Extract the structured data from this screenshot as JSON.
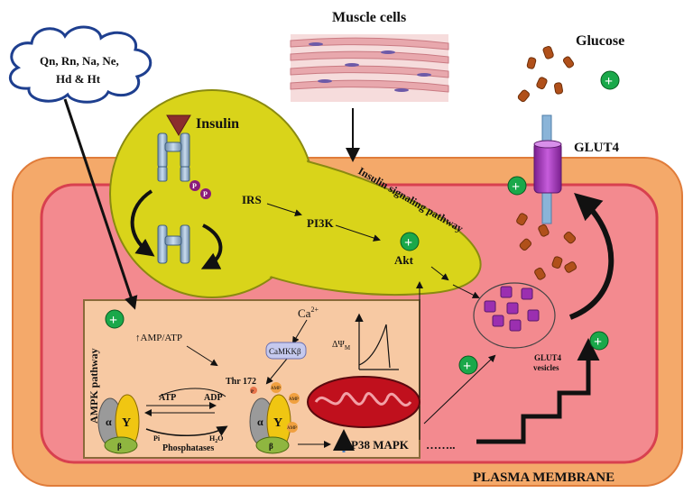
{
  "labels": {
    "muscle_cells": "Muscle cells",
    "glucose": "Glucose",
    "glut4": "GLUT4",
    "cloud_line1": "Qn, Rn, Na, Ne,",
    "cloud_line2": "Hd & Ht",
    "insulin": "Insulin",
    "irs": "IRS",
    "pi3k": "PI3K",
    "akt": "Akt",
    "insulin_pathway": "Insulin signaling pathway",
    "ampk_pathway": "AMPK pathway",
    "amp_atp": "↑AMP/ATP",
    "ca": "Ca",
    "ca_sup": "2+",
    "camkk": "CaMKKβ",
    "delta_psi": "ΔΨ",
    "delta_psi_sub": "M",
    "thr172": "Thr 172",
    "atp": "ATP",
    "adp": "ADP",
    "pi": "Pi",
    "h2o": "H",
    "h2o_sub": "2",
    "h2o_end": "O",
    "phosphatases": "Phosphatases",
    "p38": "P38 MAPK",
    "dots": "……..",
    "glut4_vesicles_1": "GLUT4",
    "glut4_vesicles_2": "vesicles",
    "plasma_membrane": "PLASMA MEMBRANE",
    "alpha": "α",
    "gamma": "Y",
    "beta": "β",
    "p": "P",
    "amp": "AMP",
    "plus": "+"
  },
  "colors": {
    "outer_membrane": "#f4a96a",
    "inner_cell": "#f38a8f",
    "insulin_blob": "#d9d41a",
    "ampk_box": "#f7c9a3",
    "mitochondrion": "#c0101d",
    "glucose": "#b0501a",
    "glut4": "#9b2fb0",
    "plus_badge": "#1aa84a"
  }
}
